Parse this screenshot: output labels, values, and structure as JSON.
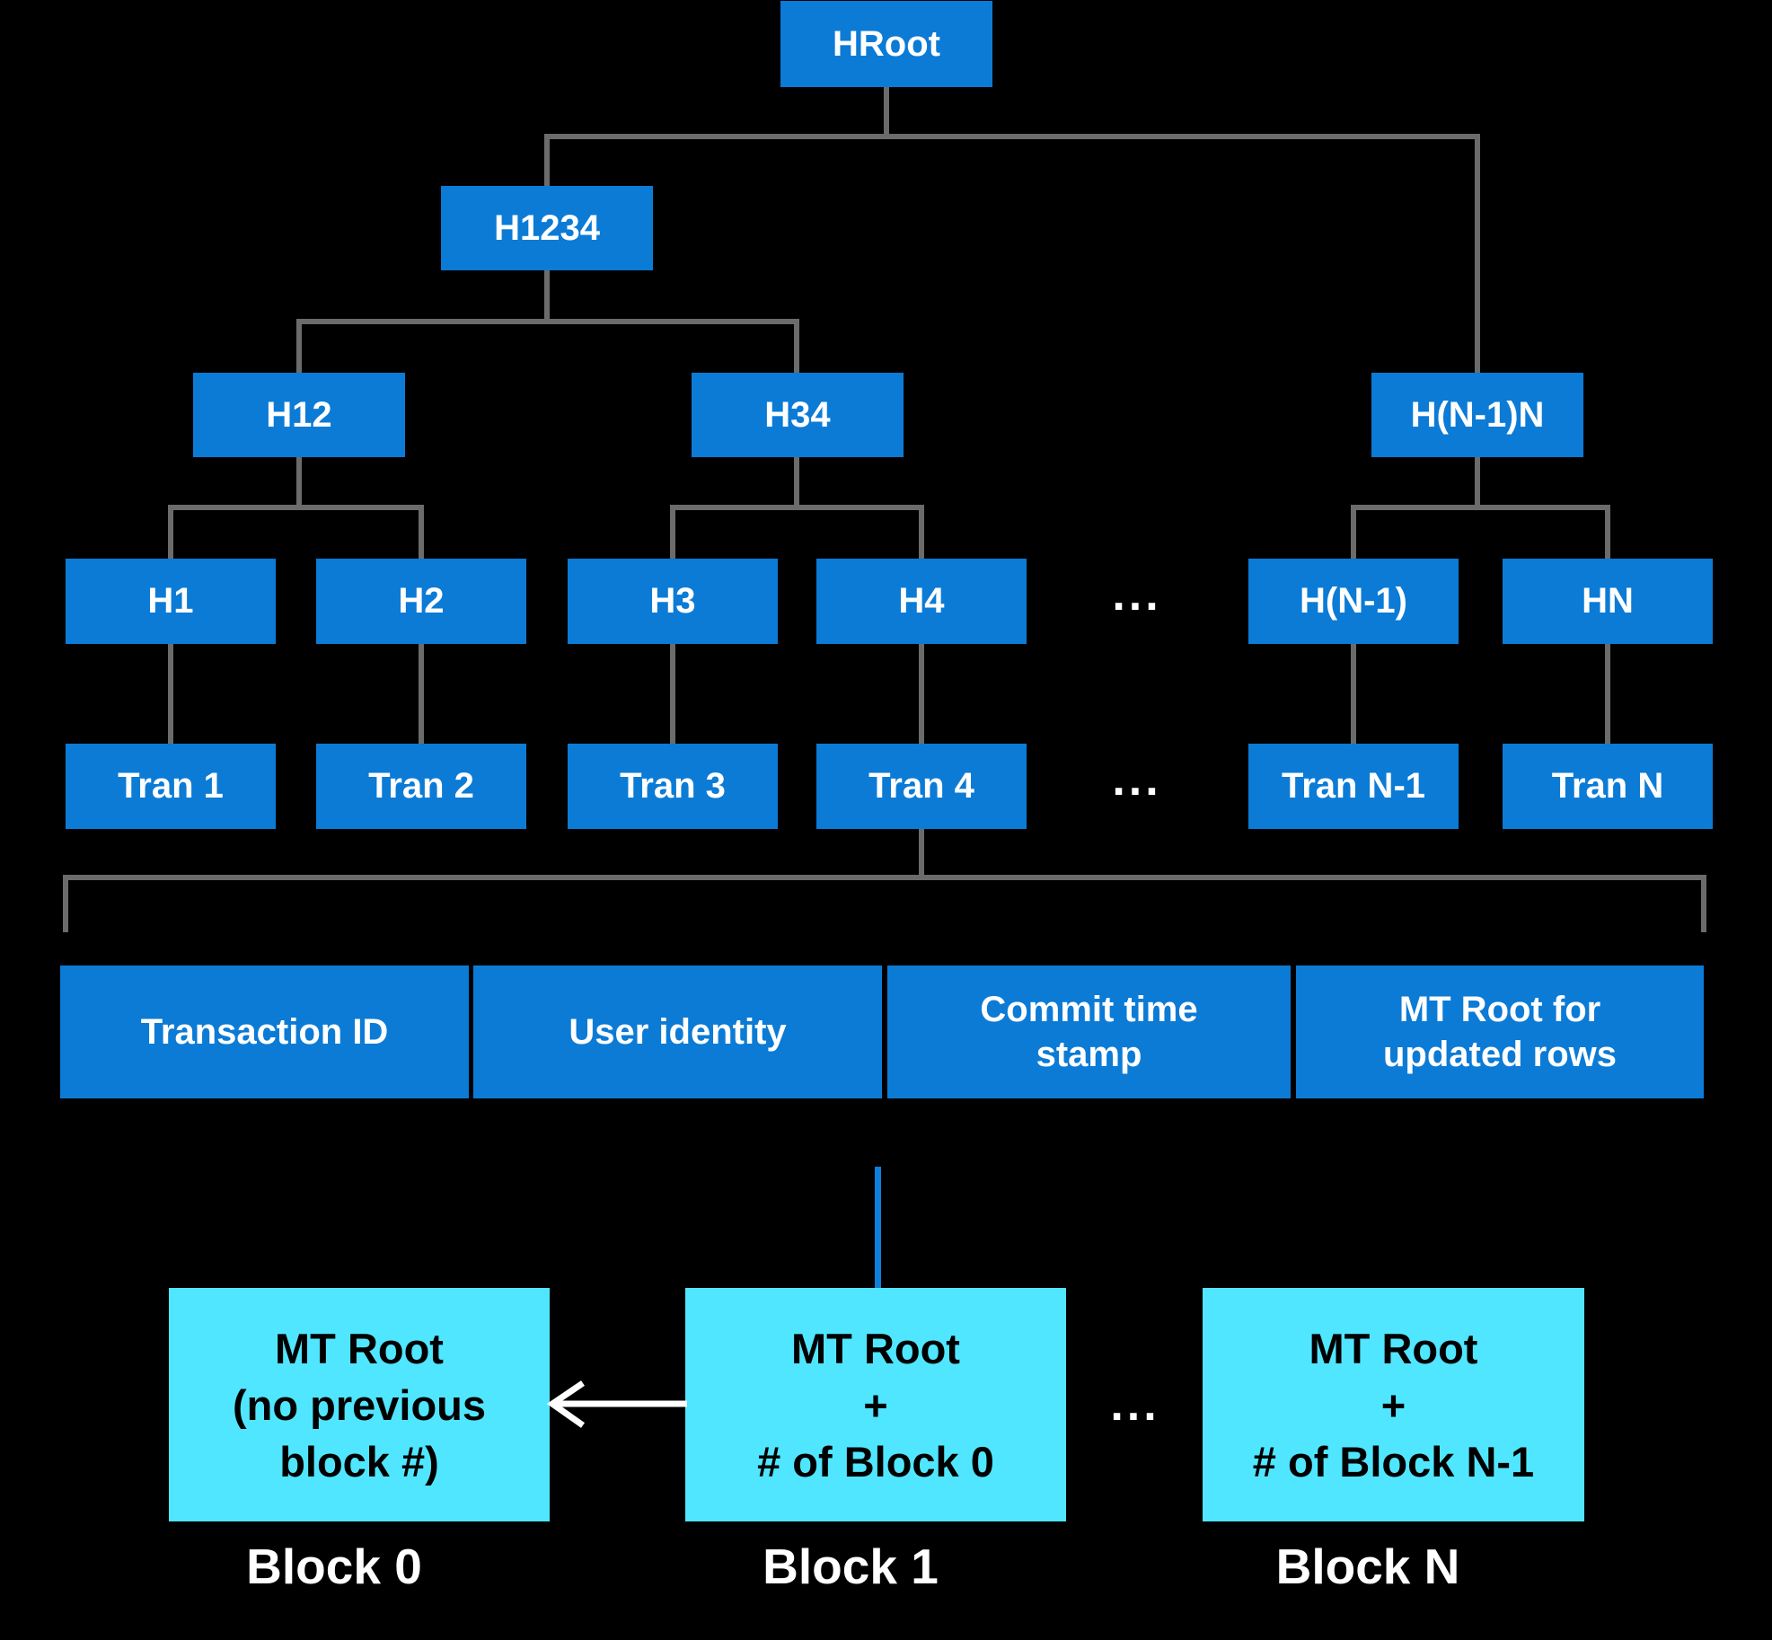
{
  "colors": {
    "background": "#000000",
    "node_blue": "#0B7BD6",
    "cyan": "#50E6FF",
    "connector_gray": "#6B6B6B",
    "link_blue": "#0E7FDB",
    "text_white": "#FFFFFF",
    "text_black": "#000000"
  },
  "tree": {
    "hroot": "HRoot",
    "h1234": "H1234",
    "h12": "H12",
    "h34": "H34",
    "hn1n": "H(N-1)N",
    "h1": "H1",
    "h2": "H2",
    "h3": "H3",
    "h4": "H4",
    "hn1": "H(N-1)",
    "hn": "HN",
    "tran1": "Tran 1",
    "tran2": "Tran 2",
    "tran3": "Tran 3",
    "tran4": "Tran 4",
    "trann1": "Tran N-1",
    "trann": "Tran N",
    "ellipsis": "..."
  },
  "transaction_fields": [
    "Transaction ID",
    "User identity",
    "Commit time stamp",
    "MT Root for updated rows"
  ],
  "blocks": {
    "ellipsis": "...",
    "block0": {
      "lines": [
        "MT Root",
        "(no previous",
        "block #)"
      ],
      "label": "Block 0"
    },
    "block1": {
      "lines": [
        "MT Root",
        "+",
        "# of Block 0"
      ],
      "label": "Block 1"
    },
    "blockn": {
      "lines": [
        "MT Root",
        "+",
        "# of Block N-1"
      ],
      "label": "Block N"
    }
  }
}
